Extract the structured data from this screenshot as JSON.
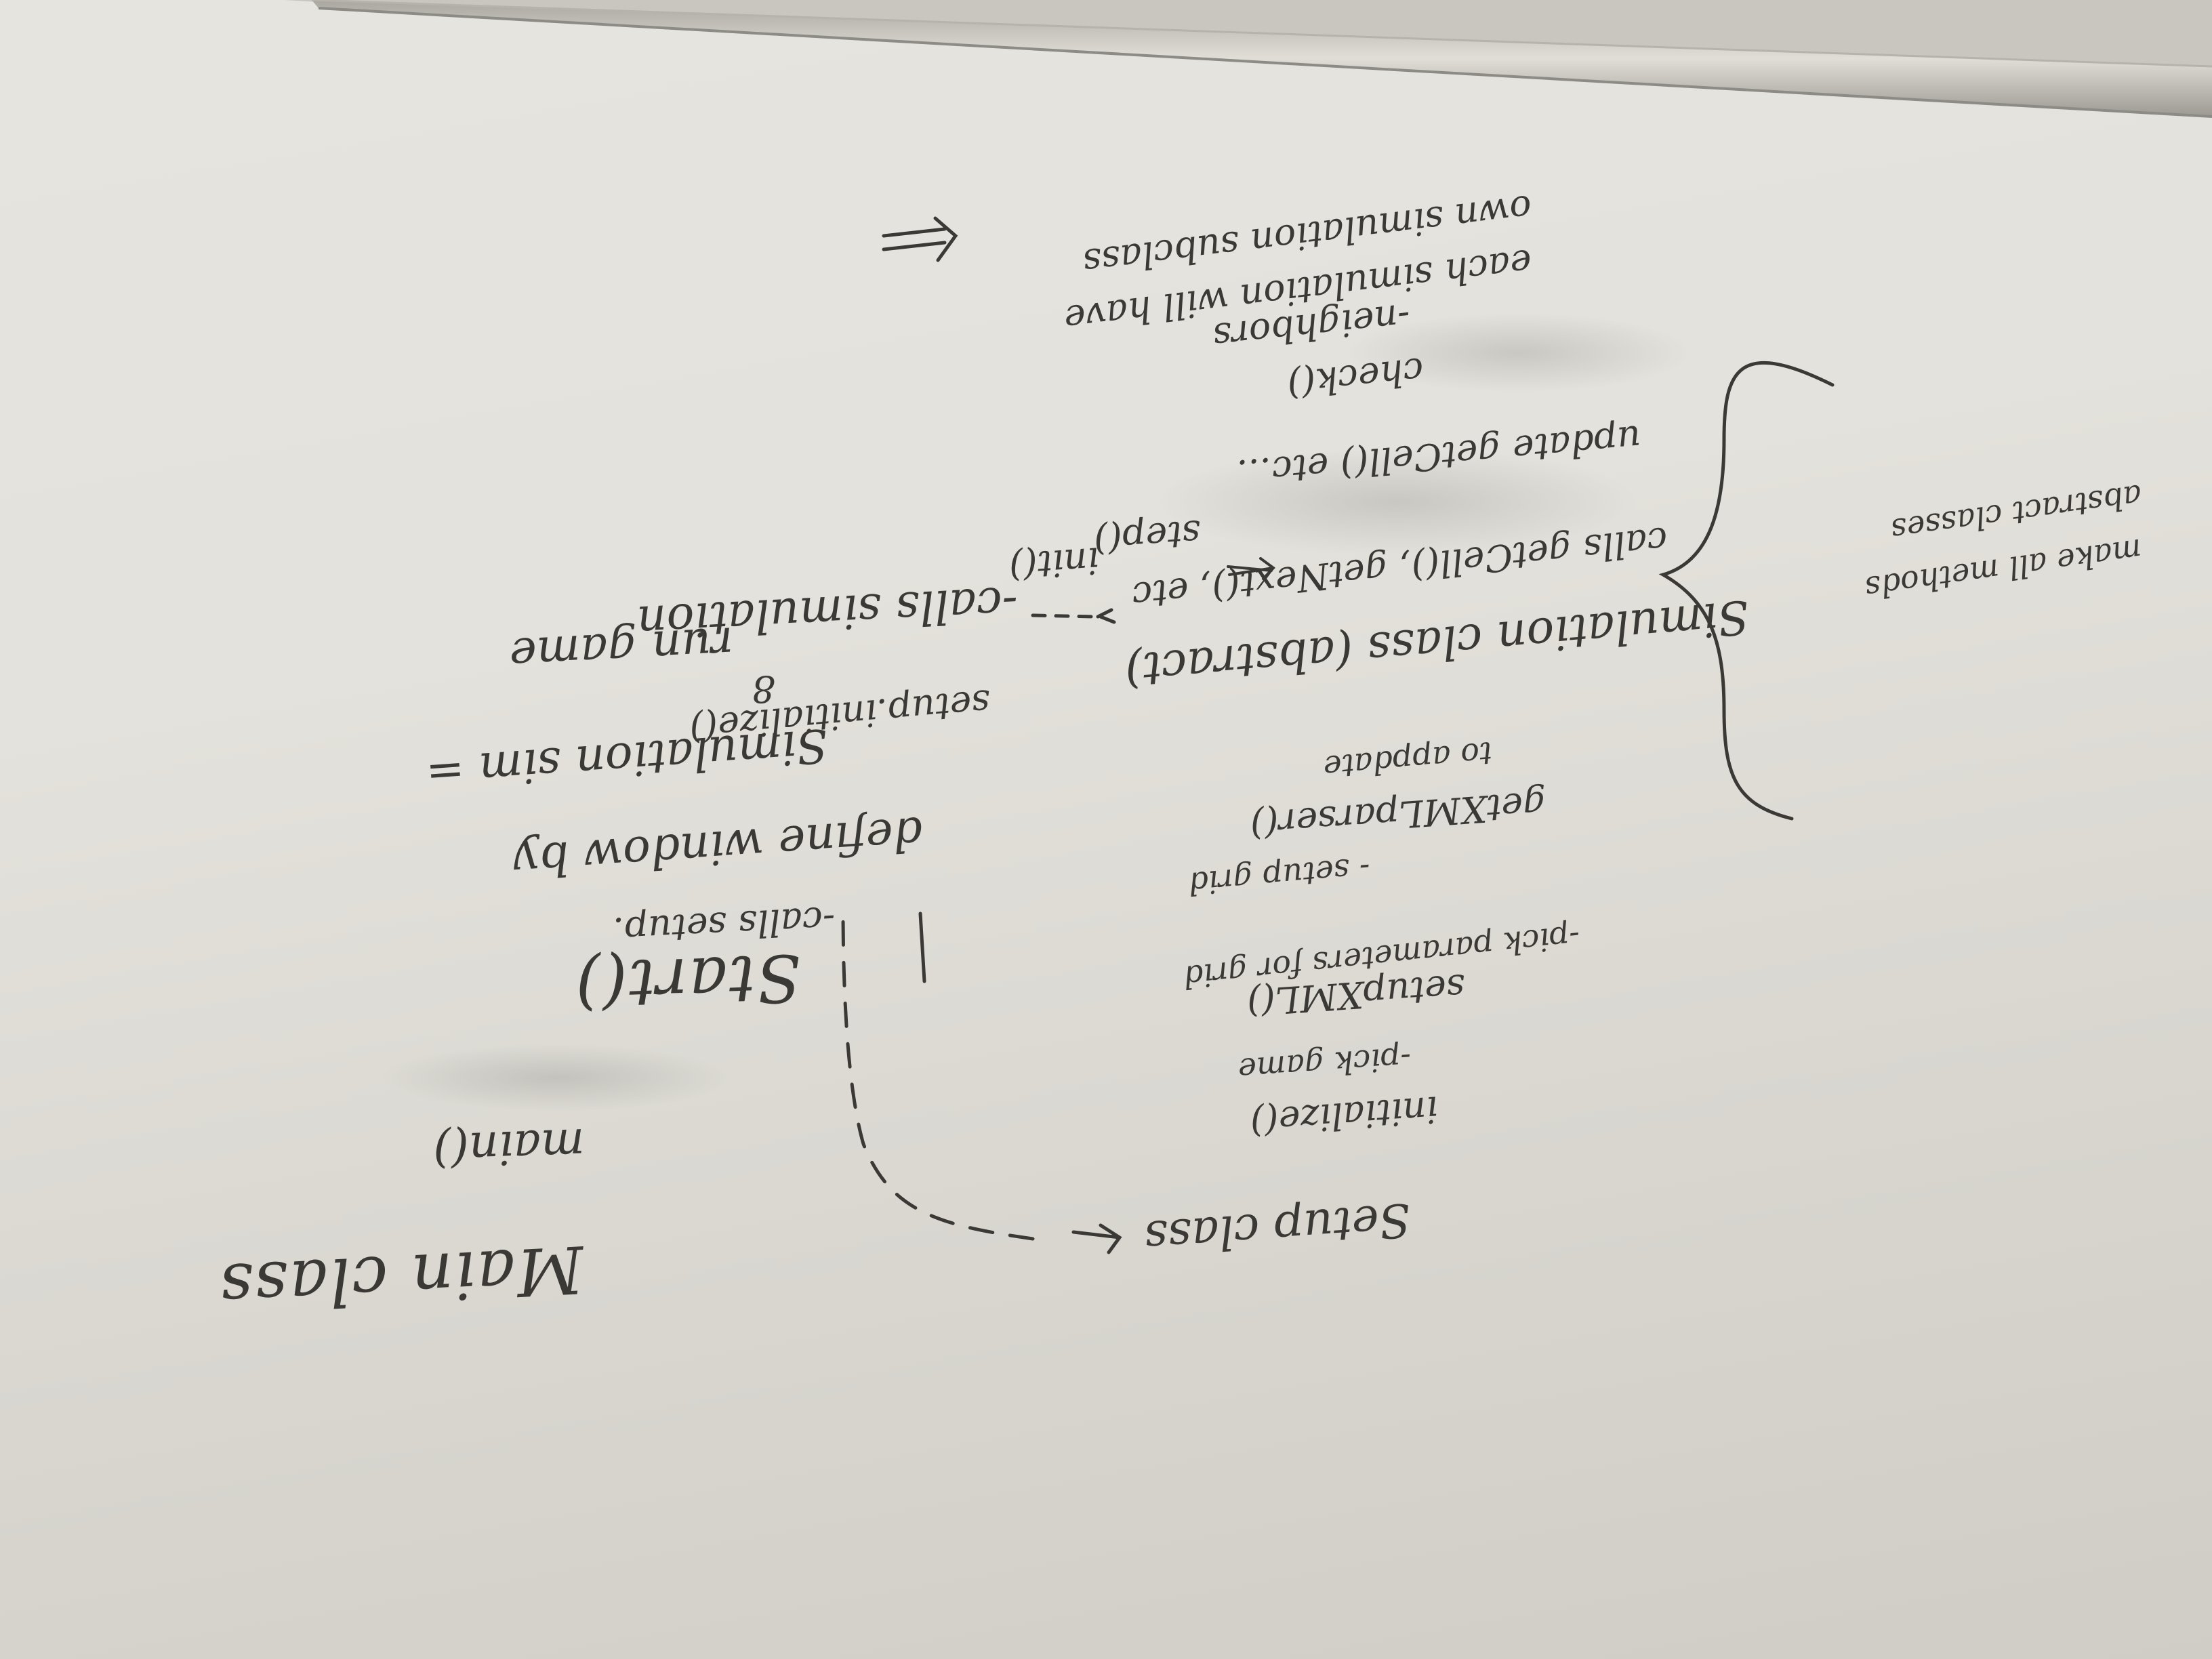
{
  "notes": {
    "main_class": "Main class",
    "main": "main()",
    "setup_class": "Setup class",
    "initialize": "initialize()",
    "pick_game": "-pick game",
    "setupXML": "setupXML()",
    "pick_parameters": "-pick parameters for grid",
    "setup_grid": "- setup grid",
    "getXMLparser": "getXMLparser()",
    "to_appdate": "to appdate",
    "start": "Start()",
    "calls_setup": "-calls setup.",
    "define_window": "define window by",
    "simulation_equals": "Simulation sim =",
    "setup_initialize": "setup.initialize()",
    "run_game": "run game",
    "eight": "8",
    "calls_simulation": "-calls simulation",
    "simulation_class": "Simulation class (abstract)",
    "step": "step()",
    "init": "init()",
    "calls_getcell": "calls getCell(), getNext(), etc",
    "update_getcell": "update getCell() etc...",
    "check": "check()",
    "neighbors": "-neighbors",
    "each_simulation": "each simulation will have",
    "own_simulation": "own simulation subclass",
    "make_all_methods": "make all methods",
    "abstract_classes": "abstract classes"
  },
  "colors": {
    "board": "#e4e2dc",
    "ink": "#3b3936",
    "frame": "#8c8b86"
  }
}
